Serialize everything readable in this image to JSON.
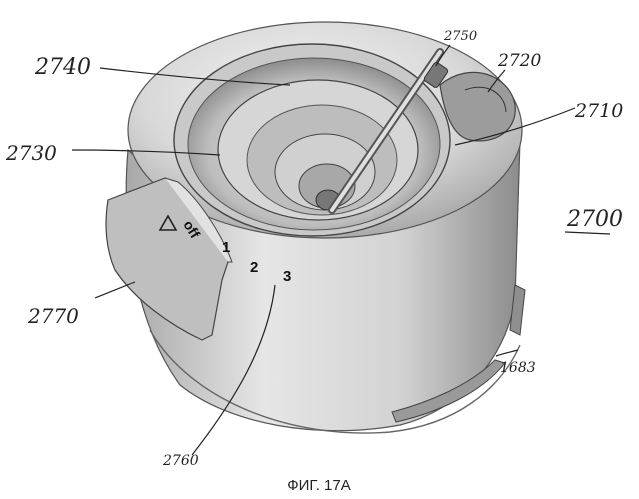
{
  "figure": {
    "caption": "ФИГ. 17A",
    "reference_labels": {
      "r2740": "2740",
      "r2750": "2750",
      "r2720": "2720",
      "r2710": "2710",
      "r2730": "2730",
      "r2700": "2700",
      "r2770": "2770",
      "r1683": "1683",
      "r2760": "2760"
    },
    "dial_markings": {
      "off": "off",
      "one": "1",
      "two": "2",
      "three": "3"
    }
  }
}
